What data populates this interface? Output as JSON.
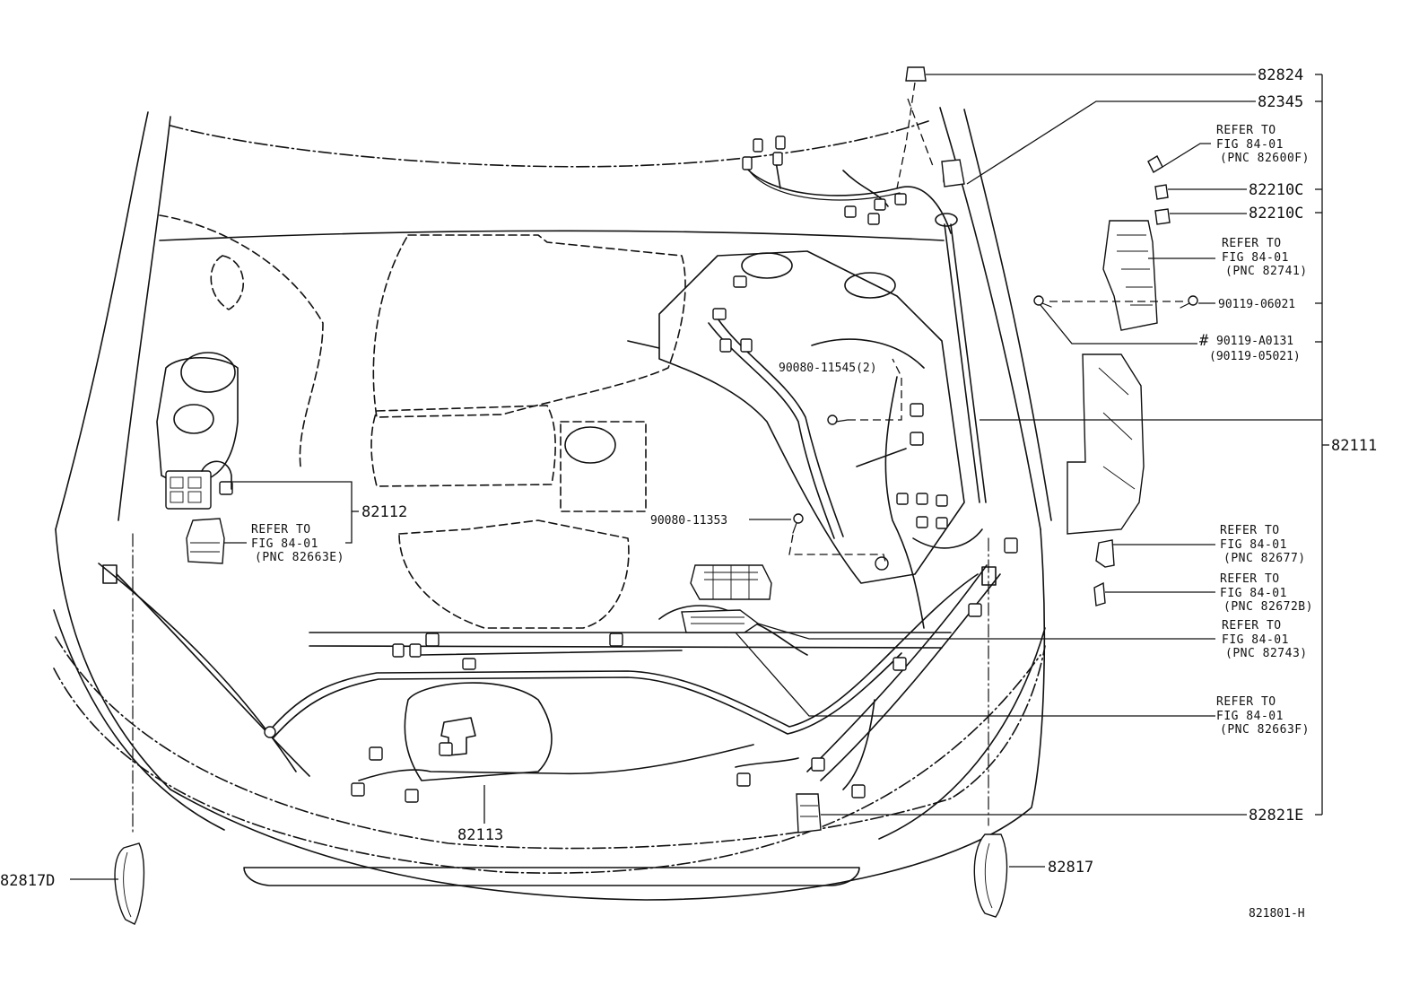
{
  "callouts": {
    "p82824": "82824",
    "p82345": "82345",
    "p82210c_1": "82210C",
    "p82210c_2": "82210C",
    "p90119_06021": "90119-06021",
    "p90119_a0131": "90119-A0131",
    "p90119_05021": "(90119-05021)",
    "p82111": "82111",
    "p82112": "82112",
    "p82113": "82113",
    "p82817d": "82817D",
    "p82817": "82817",
    "p82821e": "82821E",
    "p90080_11545": "90080-11545(2)",
    "p90080_11353": "90080-11353",
    "hash_mark": "#"
  },
  "references": [
    {
      "line1": "REFER TO",
      "line2": "FIG 84-01",
      "line3": "(PNC 82600F)"
    },
    {
      "line1": "REFER TO",
      "line2": "FIG 84-01",
      "line3": "(PNC 82741)"
    },
    {
      "line1": "REFER TO",
      "line2": "FIG 84-01",
      "line3": "(PNC 82677)"
    },
    {
      "line1": "REFER TO",
      "line2": "FIG 84-01",
      "line3": "(PNC 82672B)"
    },
    {
      "line1": "REFER TO",
      "line2": "FIG 84-01",
      "line3": "(PNC 82743)"
    },
    {
      "line1": "REFER TO",
      "line2": "FIG 84-01",
      "line3": "(PNC 82663F)"
    },
    {
      "line1": "REFER TO",
      "line2": "FIG 84-01",
      "line3": "(PNC 82663E)"
    }
  ],
  "figure_code": "821801-H"
}
